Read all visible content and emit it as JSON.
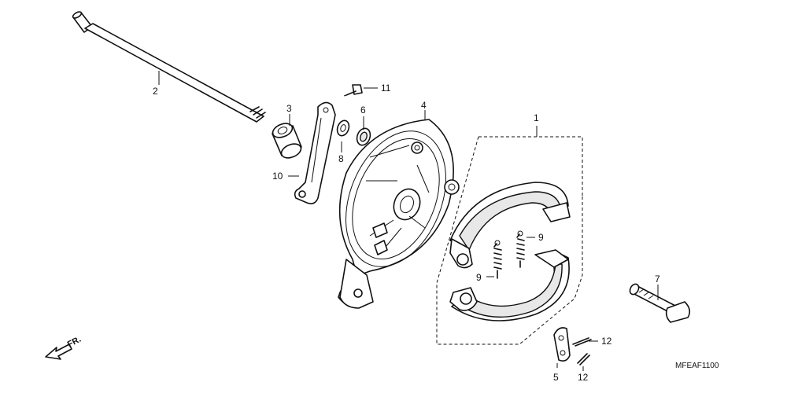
{
  "diagram_code": "MFEAF1100",
  "direction_label": "FR.",
  "callouts": {
    "c1": "1",
    "c2": "2",
    "c3": "3",
    "c4": "4",
    "c5": "5",
    "c6": "6",
    "c7": "7",
    "c8": "8",
    "c9a": "9",
    "c9b": "9",
    "c10": "10",
    "c11": "11",
    "c12a": "12",
    "c12b": "12"
  }
}
